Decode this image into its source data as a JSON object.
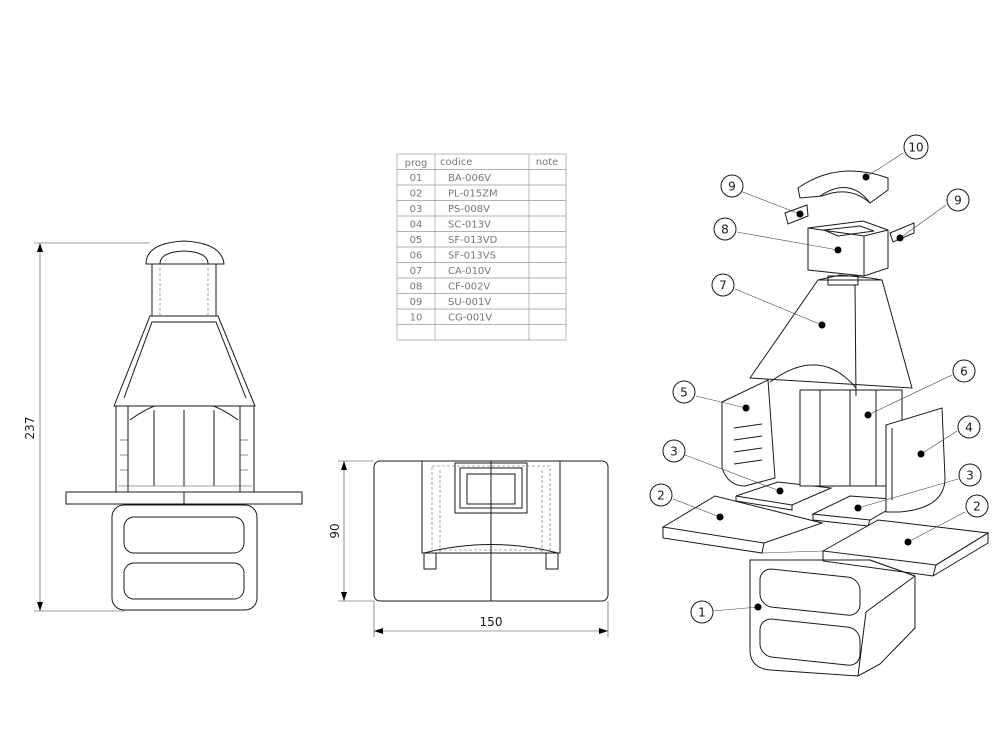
{
  "parts_table": {
    "headers": [
      "prog",
      "codice",
      "note"
    ],
    "rows": [
      {
        "prog": "01",
        "codice": "BA-006V",
        "note": ""
      },
      {
        "prog": "02",
        "codice": "PL-015ZM",
        "note": ""
      },
      {
        "prog": "03",
        "codice": "PS-008V",
        "note": ""
      },
      {
        "prog": "04",
        "codice": "SC-013V",
        "note": ""
      },
      {
        "prog": "05",
        "codice": "SF-013VD",
        "note": ""
      },
      {
        "prog": "06",
        "codice": "SF-013VS",
        "note": ""
      },
      {
        "prog": "07",
        "codice": "CA-010V",
        "note": ""
      },
      {
        "prog": "08",
        "codice": "CF-002V",
        "note": ""
      },
      {
        "prog": "09",
        "codice": "SU-001V",
        "note": ""
      },
      {
        "prog": "10",
        "codice": "CG-001V",
        "note": ""
      }
    ]
  },
  "dimensions": {
    "height": "237",
    "depth": "90",
    "width": "150"
  },
  "callouts": [
    "1",
    "2",
    "2",
    "3",
    "3",
    "4",
    "5",
    "6",
    "7",
    "8",
    "9",
    "9",
    "10"
  ]
}
